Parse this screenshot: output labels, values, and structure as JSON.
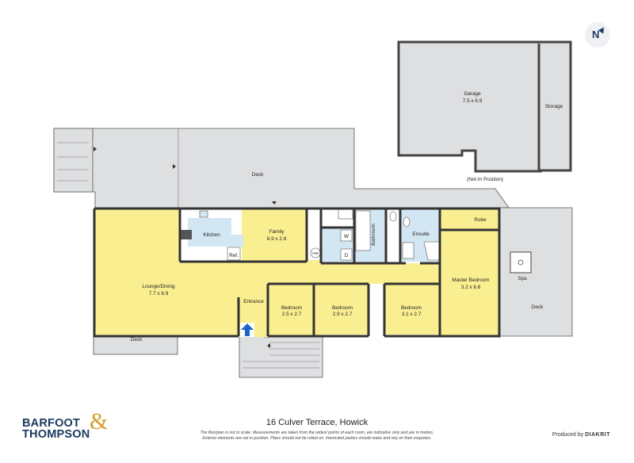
{
  "address": "16 Culver Terrace, Howick",
  "disclaimer_line1": "The floorplan is not to scale. Measurements are taken from the widest points of each room, are indicative only and are in metres.",
  "disclaimer_line2": "Exterior elements are not in position. Plans should not be relied on. Interested parties should make and rely on their enquiries.",
  "brand": {
    "line1": "BARFOOT",
    "line2": "THOMPSON",
    "ampersand": "&"
  },
  "produced_by": {
    "prefix": "Produced by",
    "name": "DIAKRIT"
  },
  "compass": "N",
  "rooms": {
    "garage_name": "Garage",
    "garage_dims": "7.5 x 6.9",
    "storage": "Storage",
    "not_in_position": "(Not In Position)",
    "deck_top": "Deck",
    "kitchen": "Kitchen",
    "ref": "Ref.",
    "family_name": "Family",
    "family_dims": "6.9 x 2.8",
    "w": "W",
    "d": "D",
    "hw": "HW",
    "bathroom": "Bathroom",
    "ensuite": "Ensuite",
    "robe": "Robe",
    "lounge_name": "Lounge/Dining",
    "lounge_dims": "7.7 x 6.9",
    "entrance": "Entrance",
    "bed1_name": "Bedroom",
    "bed1_dims": "2.5 x 2.7",
    "bed2_name": "Bedroom",
    "bed2_dims": "2.9 x 2.7",
    "bed3_name": "Bedroom",
    "bed3_dims": "3.1 x 2.7",
    "master_name": "Master Bedroom",
    "master_dims": "3.2 x 6.8",
    "spa": "Spa",
    "deck_right": "Deck",
    "deck_left": "Deck"
  },
  "colors": {
    "room": "#faef90",
    "wet": "#d3e6f3",
    "outdoor": "#dedfe1",
    "wall": "#333333",
    "brand": "#1c3a60",
    "accent": "#d79b2b"
  }
}
